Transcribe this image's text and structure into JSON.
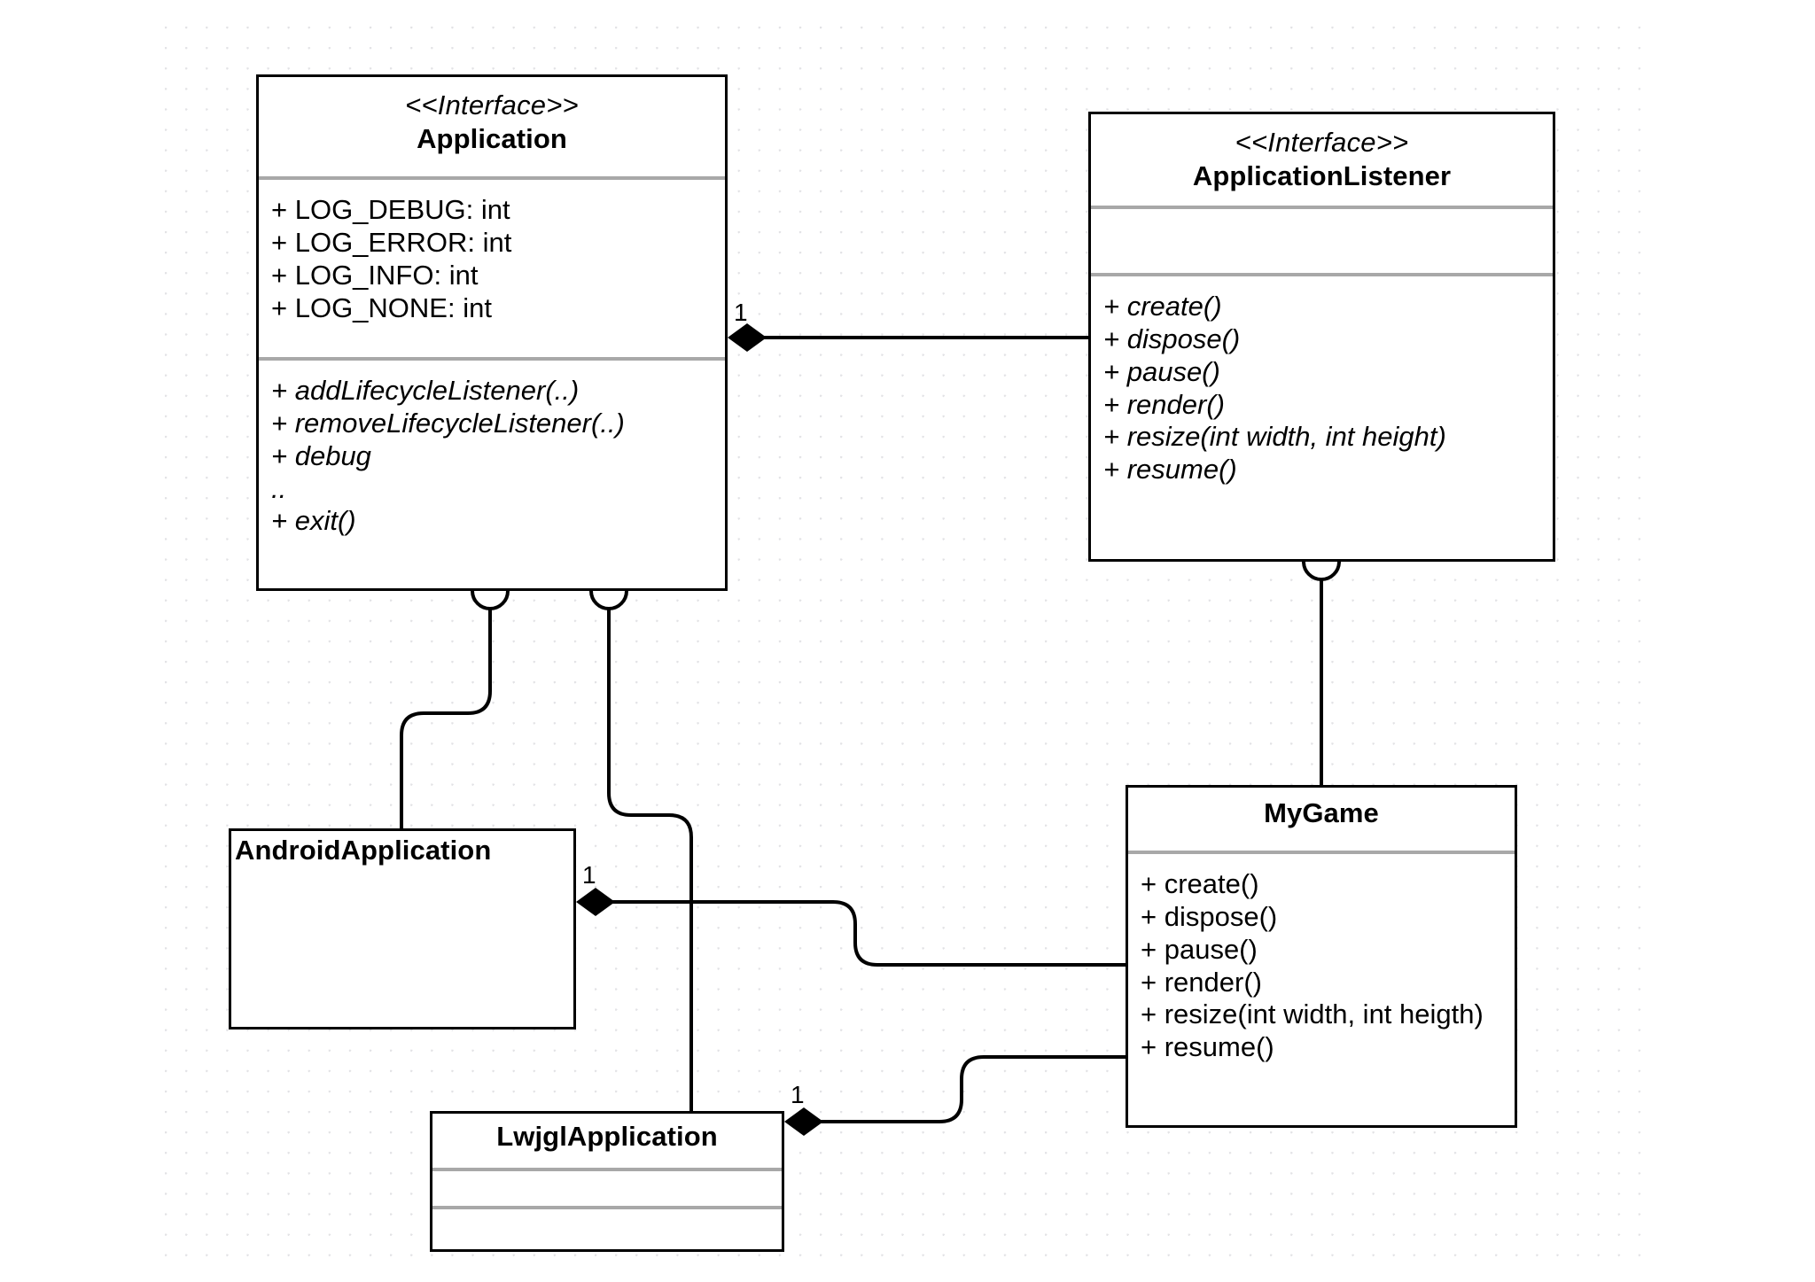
{
  "diagram": {
    "type": "uml-class-diagram",
    "background": "#ffffff",
    "grid_dot_color": "#e2e2e5",
    "line_color": "#000000",
    "divider_color": "#a8a8a8"
  },
  "classes": {
    "application": {
      "stereotype": "<<Interface>>",
      "name": "Application",
      "attributes": [
        "+ LOG_DEBUG: int",
        "+ LOG_ERROR: int",
        "+ LOG_INFO: int",
        "+ LOG_NONE: int"
      ],
      "operations": [
        "+ addLifecycleListener(..)",
        "+ removeLifecycleListener(..)",
        "+ debug",
        "..",
        "+ exit()"
      ]
    },
    "application_listener": {
      "stereotype": "<<Interface>>",
      "name": "ApplicationListener",
      "attributes": [],
      "operations": [
        "+ create()",
        "+ dispose()",
        "+ pause()",
        "+ render()",
        "+ resize(int width, int height)",
        "+ resume()"
      ]
    },
    "android_application": {
      "name": "AndroidApplication",
      "attributes": [],
      "operations": []
    },
    "lwjgl_application": {
      "name": "LwjglApplication",
      "attributes": [],
      "operations": []
    },
    "my_game": {
      "name": "MyGame",
      "operations": [
        "+ create()",
        "+ dispose()",
        "+ pause()",
        "+ render()",
        "+ resize(int width, int heigth)",
        "+ resume()"
      ]
    }
  },
  "relationships": {
    "multiplicity_labels": {
      "application_to_listener": "1",
      "android_to_mygame": "1",
      "lwjgl_to_mygame": "1"
    }
  }
}
